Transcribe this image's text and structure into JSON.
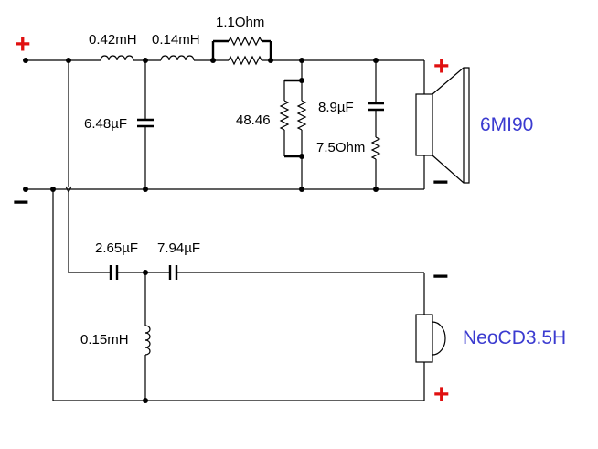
{
  "woofer": {
    "label": "6MI90",
    "inductor_1": "0.42mH",
    "inductor_2": "0.14mH",
    "bypass_resistor": "1.1Ohm",
    "shunt_capacitor": "6.48µF",
    "shunt_resistor": "48.46",
    "notch_capacitor": "8.9µF",
    "notch_resistor": "7.5Ohm"
  },
  "tweeter": {
    "label": "NeoCD3.5H",
    "capacitor_1": "2.65µF",
    "capacitor_2": "7.94µF",
    "shunt_inductor": "0.15mH"
  },
  "polarity": {
    "plus": "+",
    "minus": "−"
  },
  "colors": {
    "driver_label": "#3b3bd0",
    "plus_sign": "#e01010",
    "wire": "#000000"
  }
}
